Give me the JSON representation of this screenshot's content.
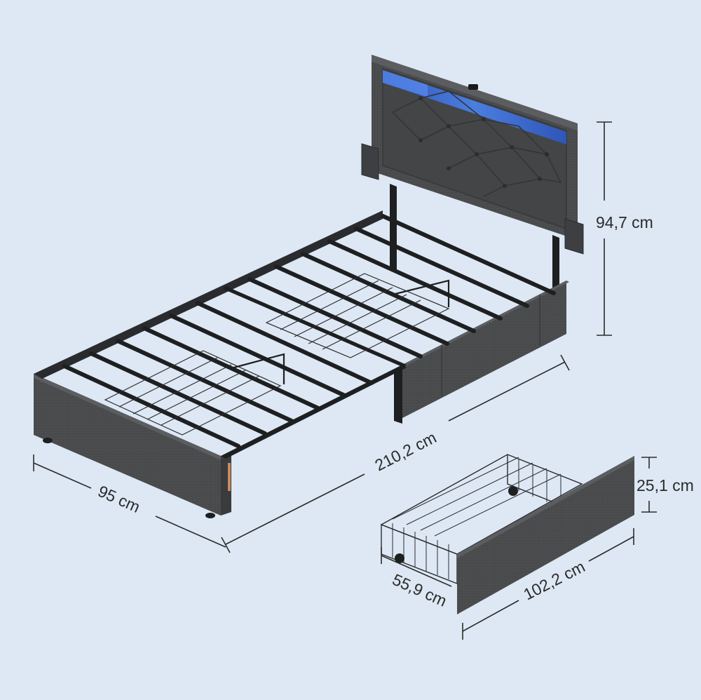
{
  "colors": {
    "background": "#dde8f4",
    "fabric": "#4a4b4d",
    "fabric_dark": "#3a3b3d",
    "fabric_light": "#5c5d60",
    "metal": "#1e1f21",
    "led": "#3f6fd6",
    "text": "#2b2b2b"
  },
  "dimensions": {
    "headboard_height": "94,7 cm",
    "bed_length": "210,2 cm",
    "bed_width": "95 cm",
    "drawer_height": "25,1 cm",
    "drawer_width": "55,9 cm",
    "drawer_length": "102,2 cm"
  },
  "icons": [
    "bed-frame-illustration",
    "storage-drawer-illustration"
  ]
}
